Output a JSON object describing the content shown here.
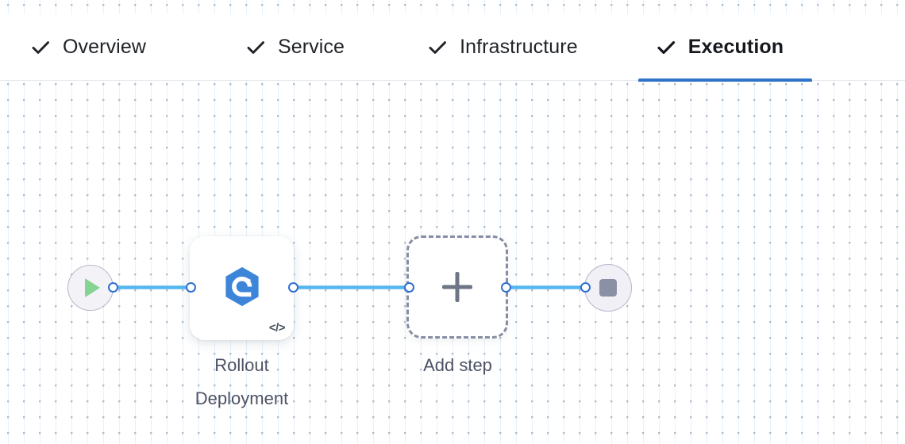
{
  "colors": {
    "accent_blue": "#2f72c9",
    "edge_blue": "#56b6f0",
    "port_blue": "#2f6fd0",
    "step_icon_blue": "#3d85d8",
    "start_green": "#85d493",
    "stop_gray": "#8a90a5",
    "label_gray": "#4d5365",
    "grid_dot": "#b4bdcb",
    "canvas_white": "#ffffff",
    "dashed_border": "#868da3"
  },
  "tabs": [
    {
      "id": "overview",
      "label": "Overview",
      "icon": "check-icon",
      "completed": true,
      "active": false
    },
    {
      "id": "service",
      "label": "Service",
      "icon": "check-icon",
      "completed": true,
      "active": false
    },
    {
      "id": "infrastructure",
      "label": "Infrastructure",
      "icon": "check-icon",
      "completed": true,
      "active": false
    },
    {
      "id": "execution",
      "label": "Execution",
      "icon": "check-icon",
      "completed": true,
      "active": true
    }
  ],
  "flow": {
    "start_node": {
      "icon": "play-icon",
      "title": "Start"
    },
    "end_node": {
      "icon": "stop-icon",
      "title": "End"
    },
    "steps": [
      {
        "id": "rollout-deployment",
        "label": "Rollout\nDeployment",
        "icon": "rollout-deployment-icon",
        "badge": "</>"
      }
    ],
    "add_step": {
      "label": "Add step",
      "icon": "plus-icon"
    },
    "ports": [
      "start-out",
      "step-in",
      "step-out",
      "add-in",
      "add-out",
      "end-in"
    ]
  }
}
